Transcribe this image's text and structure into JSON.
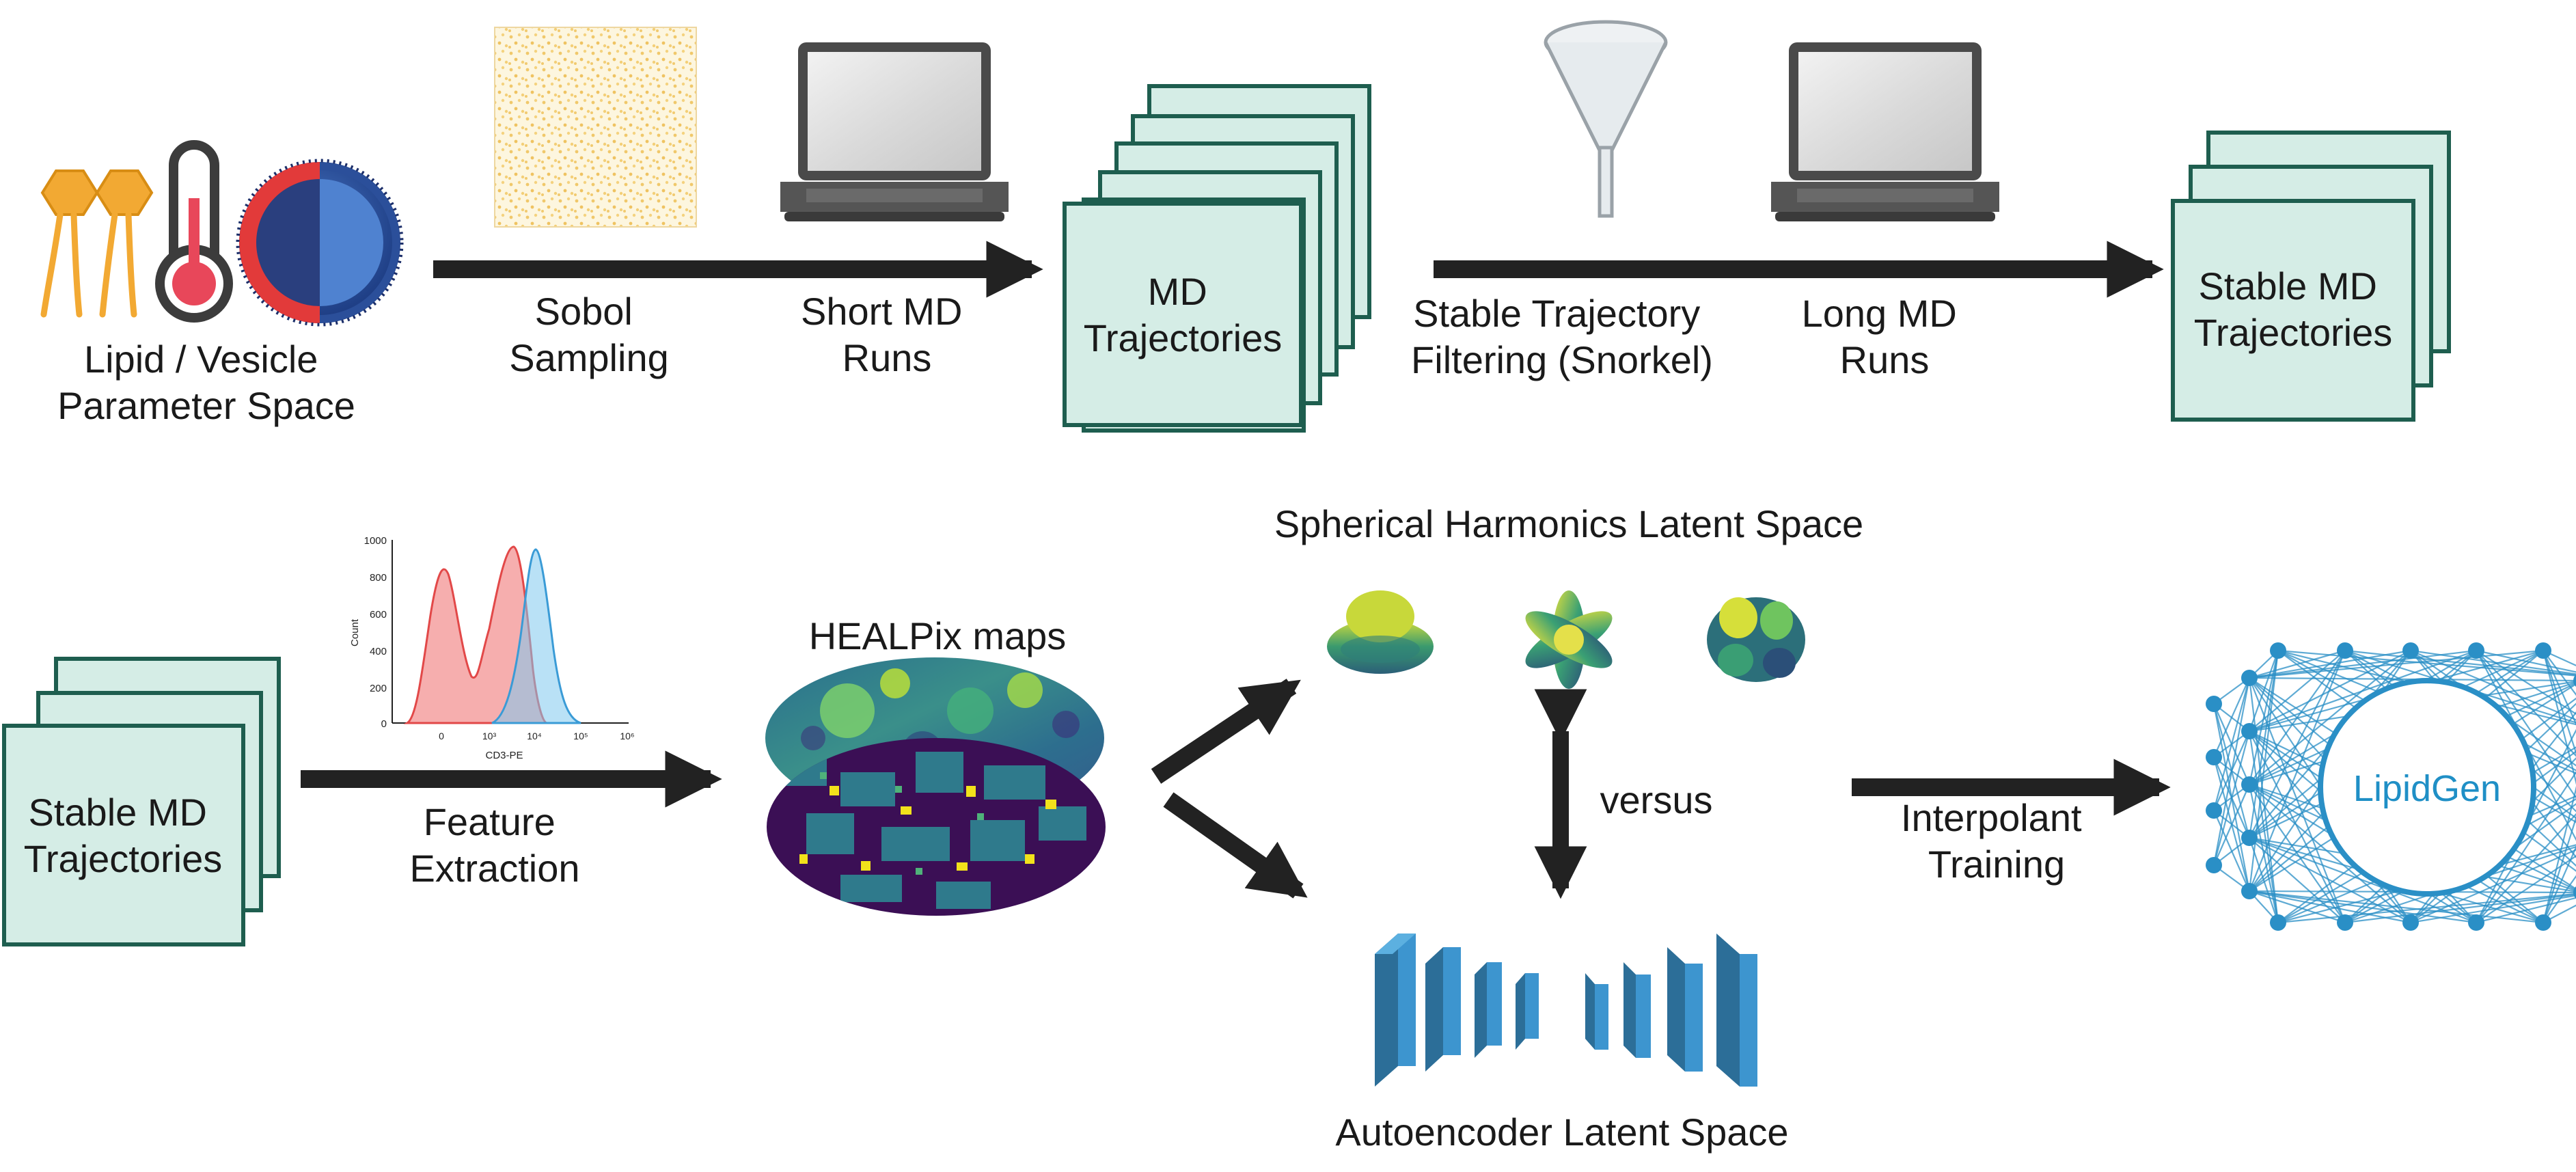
{
  "colors": {
    "card_fill": "#d5ede6",
    "card_stroke": "#1e5e4f",
    "arrow": "#222222",
    "network": "#2a8fc6",
    "autoencoder": "#3d95cf",
    "histogram_red": "#ef6b6b",
    "histogram_blue": "#7fc9ee",
    "viridis_dark": "#3b0f55",
    "viridis_teal": "#2f7a8c",
    "viridis_yellow": "#f2e21b"
  },
  "row1": {
    "parameter_space_label": [
      "Lipid / Vesicle",
      "Parameter Space"
    ],
    "sobol_label": [
      "Sobol",
      "Sampling"
    ],
    "short_md_label": [
      "Short MD",
      "Runs"
    ],
    "md_trajectories_label": [
      "MD",
      "Trajectories"
    ],
    "filtering_label": [
      "Stable Trajectory",
      "Filtering (Snorkel)"
    ],
    "long_md_label": [
      "Long MD",
      "Runs"
    ],
    "stable_md_label": [
      "Stable MD",
      "Trajectories"
    ]
  },
  "row2": {
    "stable_md_label": [
      "Stable MD",
      "Trajectories"
    ],
    "feature_label": [
      "Feature",
      "Extraction"
    ],
    "histogram": {
      "y_ticks": [
        "1000",
        "800",
        "600",
        "400",
        "200",
        "0"
      ],
      "y_label": "Count",
      "x_ticks": [
        "0",
        "10³",
        "10⁴",
        "10⁵",
        "10⁶"
      ],
      "x_label": "CD3-PE"
    },
    "healpix_title": "HEALPix maps",
    "sh_title": "Spherical Harmonics Latent Space",
    "versus_label": "versus",
    "ae_title": "Autoencoder Latent Space",
    "interpolant_label": [
      "Interpolant",
      "Training"
    ],
    "lipidgen_label": "LipidGen"
  }
}
